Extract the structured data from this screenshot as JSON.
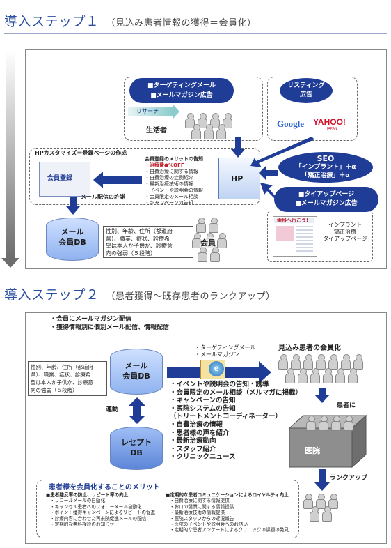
{
  "step1": {
    "title": "導入ステップ１",
    "subtitle": "（見込み患者情報の獲得＝会員化）",
    "targeting_bubble": [
      "■ターゲティングメール",
      "■メールマガジン広告"
    ],
    "listing_bubble": [
      "リスティング",
      "広告"
    ],
    "research_label": "リサーチ",
    "consumer_label": "生活者",
    "google_logo": "Google",
    "yahoo_logo": "YAHOO!",
    "yahoo_sub": "JAPAN",
    "hp_customize_title": "HPカスタマイズ＝登録ページの作成",
    "member_reg_label": "会員登録",
    "merit_title": "会員登録のメリットの告知",
    "merit_items": [
      "・治療費●%OFF",
      "・自費治療に関する情報",
      "・自費治療の症例紹介",
      "・最新治療技術の情報",
      "・イベントや説明会の情報",
      "・会員限定のメール相談",
      "・キャンペーンの告知"
    ],
    "mail_permission": "メール配信の許諾",
    "hp_label": "HP",
    "seo_bubble": [
      "SEO",
      "「インプラント」＋α",
      "「矯正治療」＋α"
    ],
    "tieup_bubble": [
      "■タイアップページ",
      "■メールマガジン広告"
    ],
    "tieup_page_label": [
      "インプラント",
      "矯正治療",
      "タイアップページ"
    ],
    "tieup_thumb_text": "歯科へ行こう!",
    "db_label": [
      "メール",
      "会員DB"
    ],
    "db_attrs": [
      "性別、年齢、住所（都道府",
      "県）、職業、症状、診療希",
      "望は本人か子供か、診療意",
      "向の強弱（５段階）"
    ],
    "member_label": "会員"
  },
  "step2": {
    "title": "導入ステップ２",
    "subtitle": "（患者獲得～既存患者のランクアップ）",
    "top_bullets": [
      "・会員にメールマガジン配信",
      "・獲得情報別に個別メール配信、情報配信"
    ],
    "db_attrs": [
      "性別、年齢、住所（都道府",
      "県）、職業、症状、診療希",
      "望は本人か子供か、診療意",
      "向の強弱（５段階）"
    ],
    "mail_db_label": [
      "メール",
      "会員DB"
    ],
    "receipt_db_label": [
      "レセプト",
      "DB"
    ],
    "link_label": "連動",
    "mail_types": [
      "・ターゲティングメール",
      "・メールマガジン"
    ],
    "mail_icon_letter": "e",
    "prospect_label": "見込み患者の会員化",
    "patient_label": "患者に",
    "clinic_label": "医院",
    "rankup_label": "ランクアップ",
    "content_list": [
      "・イベントや説明会の告知・誘導",
      "・会員限定のメール相談（メルマガに掲載）",
      "・キャンペーンの告知",
      "・医院システムの告知",
      "（トリートメントコーディネーター）",
      "・自費治療の情報",
      "・患者様の声を紹介",
      "・最新治療動向",
      "・スタッフ紹介",
      "・クリニックニュース"
    ],
    "merit_title": "患者様を会員化することのメリット",
    "left_title": "■患者離反率の防止、リピート率の向上",
    "left_items": [
      "・リコールメールの自動化",
      "・キャンセル患者へのフォローメール自動化",
      "・ポイント獲得キャンペーンによるリピートの促進",
      "・診療内容に合わせた再来院促進メールの配信",
      "・定期的な無料検診のお知らせ"
    ],
    "right_title": "■定期的な患者コミュニケーションによるロイヤルティ向上",
    "right_items": [
      "・自費治療に関する情報提供",
      "・お口の健康に関する情報提供",
      "・最新治療技術の情報提供",
      "・医院スタッフからの近況報告",
      "・医院のイベントや説明会へのお誘い",
      "・定期的な患者アンケートによるクリニックの課題の発見"
    ]
  }
}
